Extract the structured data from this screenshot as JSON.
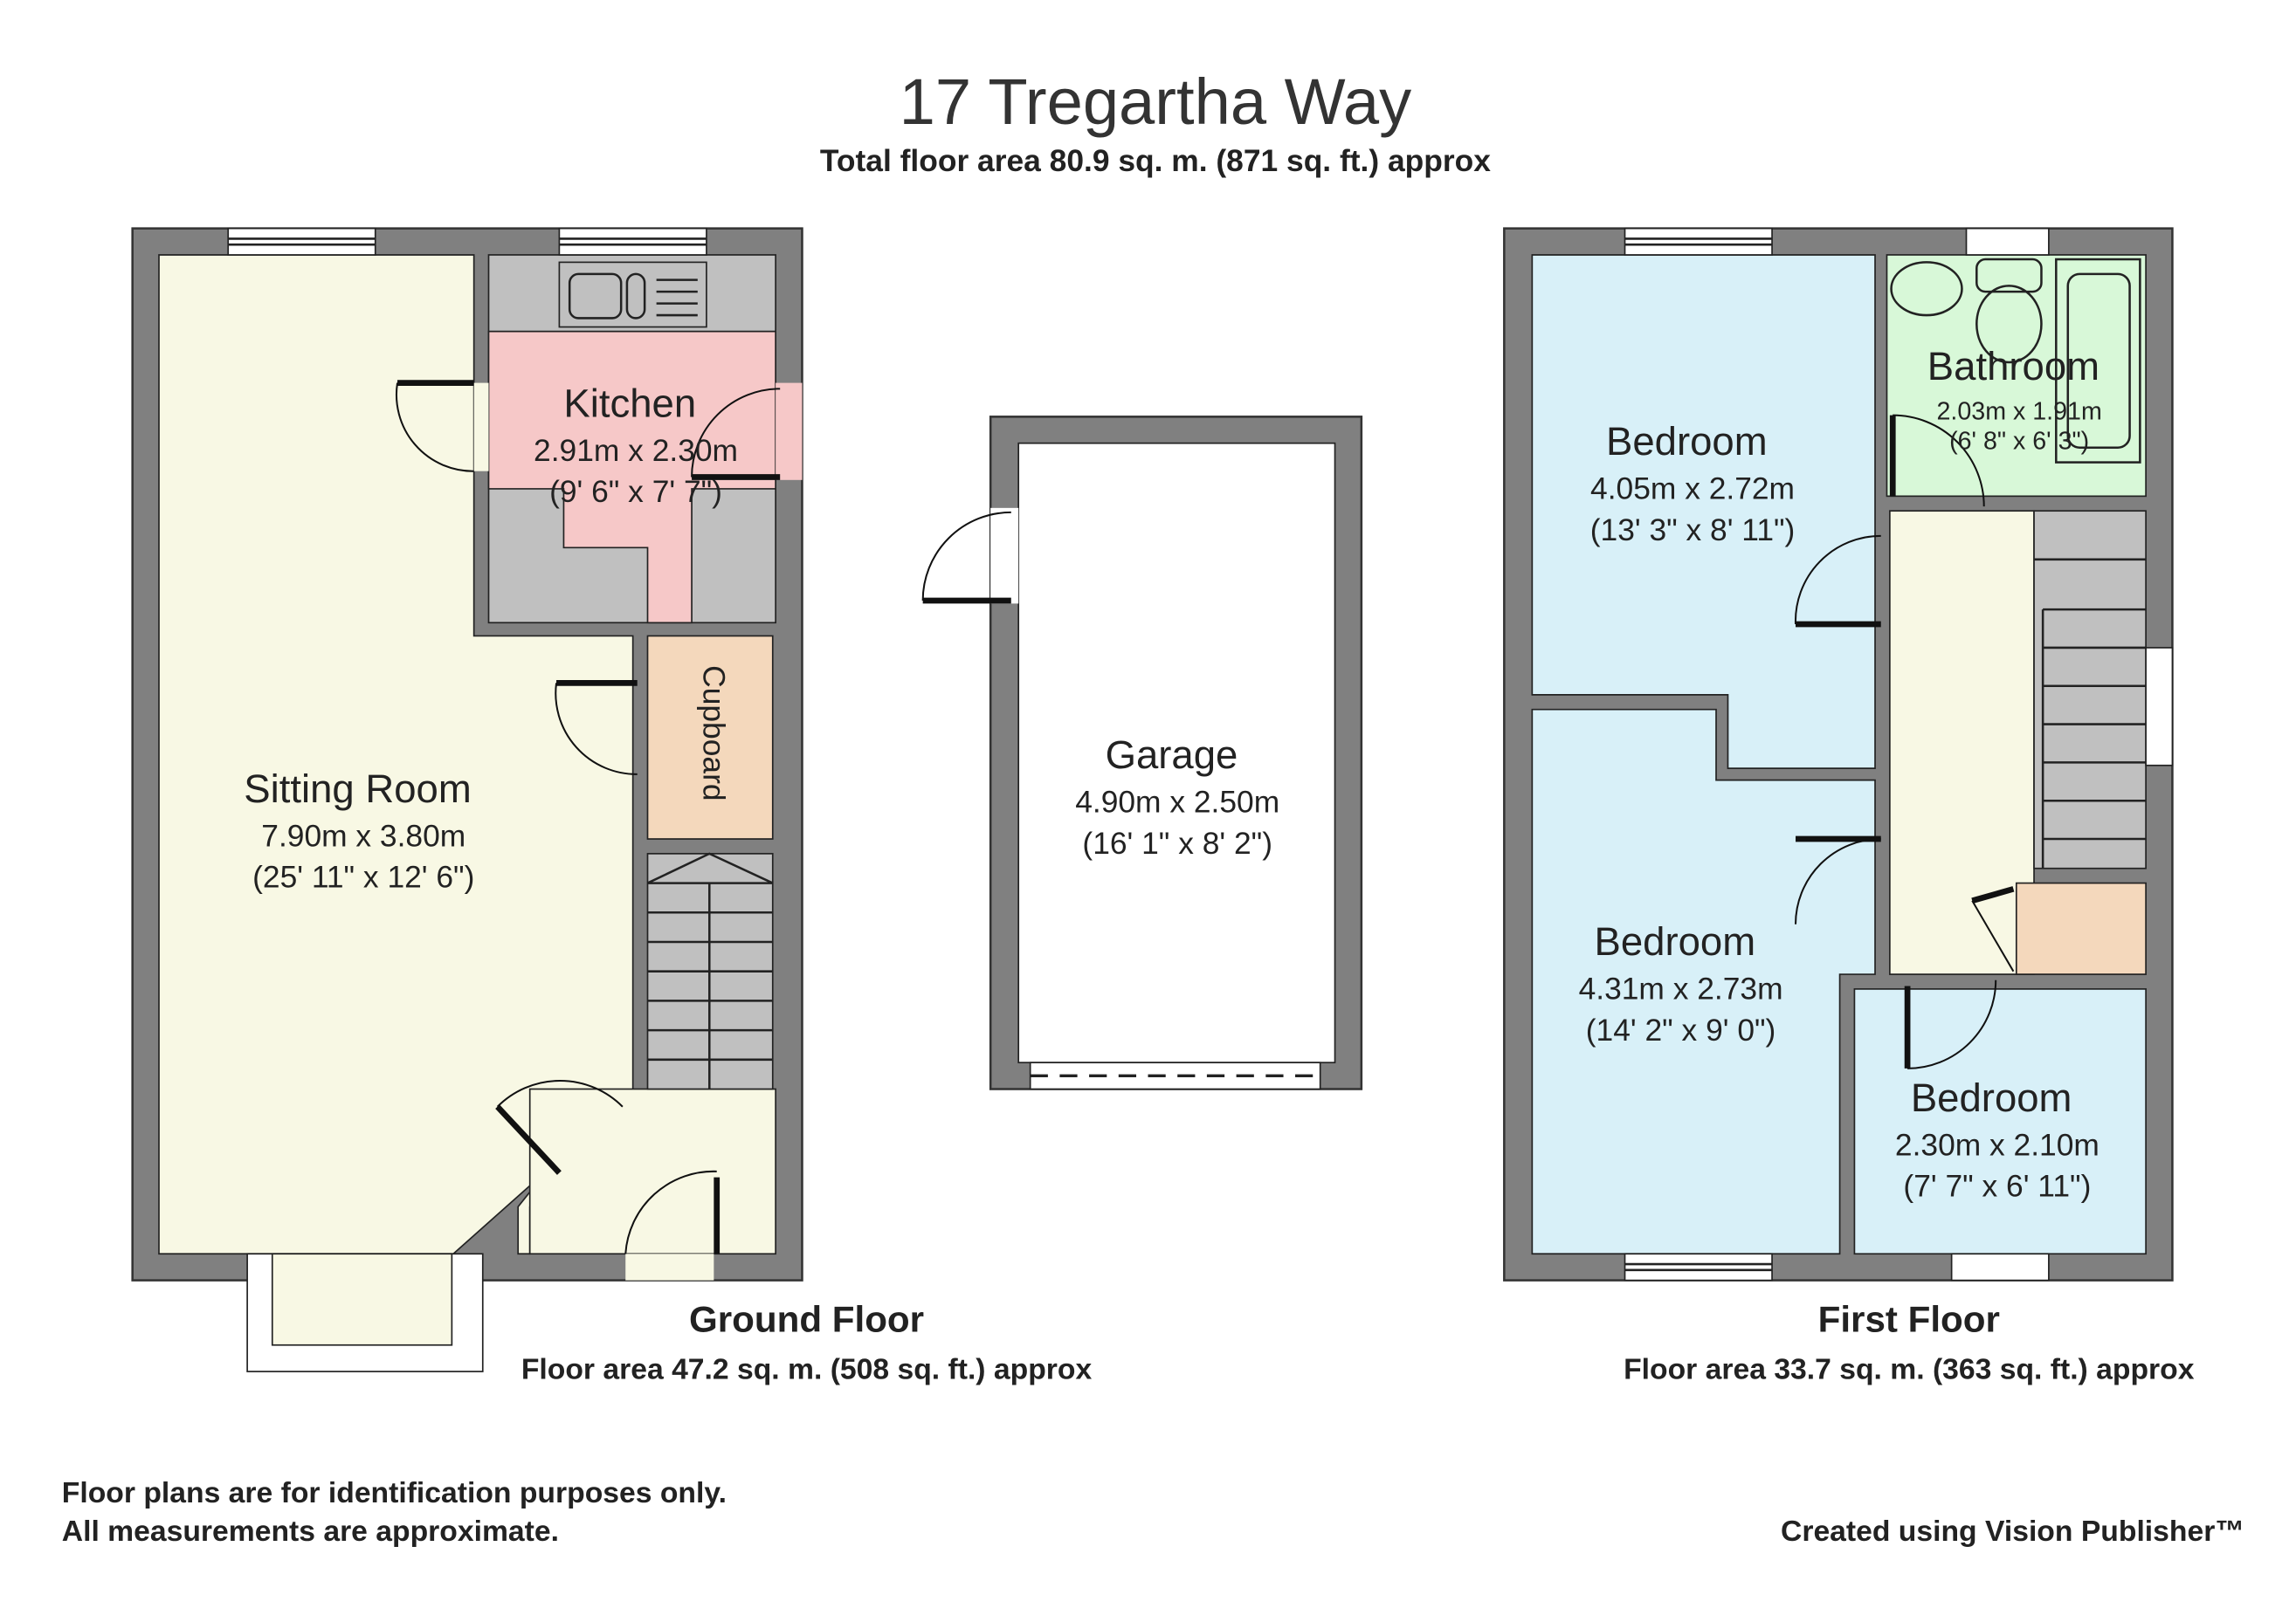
{
  "title": "17 Tregartha Way",
  "subtitle": "Total floor area 80.9 sq. m. (871 sq. ft.) approx",
  "ground_floor": {
    "label": "Ground Floor",
    "area": "Floor area 47.2 sq. m. (508 sq. ft.) approx",
    "rooms": [
      {
        "name": "Sitting Room",
        "metric": "7.90m x 3.80m",
        "imperial": "(25' 11\" x 12' 6\")"
      },
      {
        "name": "Kitchen",
        "metric": "2.91m x 2.30m",
        "imperial": "(9' 6\" x 7' 7\")"
      },
      {
        "name": "Cupboard"
      },
      {
        "name": "Garage",
        "metric": "4.90m x 2.50m",
        "imperial": "(16' 1\" x 8' 2\")"
      }
    ]
  },
  "first_floor": {
    "label": "First Floor",
    "area": "Floor area 33.7 sq. m. (363 sq. ft.) approx",
    "rooms": [
      {
        "name": "Bedroom",
        "metric": "4.05m x 2.72m",
        "imperial": "(13' 3\" x 8' 11\")"
      },
      {
        "name": "Bathroom",
        "metric": "2.03m x 1.91m",
        "imperial": "(6' 8\" x 6' 3\")"
      },
      {
        "name": "Bedroom",
        "metric": "4.31m x 2.73m",
        "imperial": "(14' 2\" x 9' 0\")"
      },
      {
        "name": "Bedroom",
        "metric": "2.30m x 2.10m",
        "imperial": "(7' 7\" x 6' 11\")"
      }
    ]
  },
  "disclaimer": [
    "Floor plans are for identification purposes only.",
    "All measurements are approximate."
  ],
  "credit": "Created using Vision Publisher™",
  "colors": {
    "wall": "#808080",
    "sitting": "#f8f8e4",
    "kitchen": "#f6c8c8",
    "counter": "#c0c0c0",
    "cupboard": "#f4d8bc",
    "bedroom": "#d8f0f8",
    "bathroom": "#d8f8d8"
  }
}
